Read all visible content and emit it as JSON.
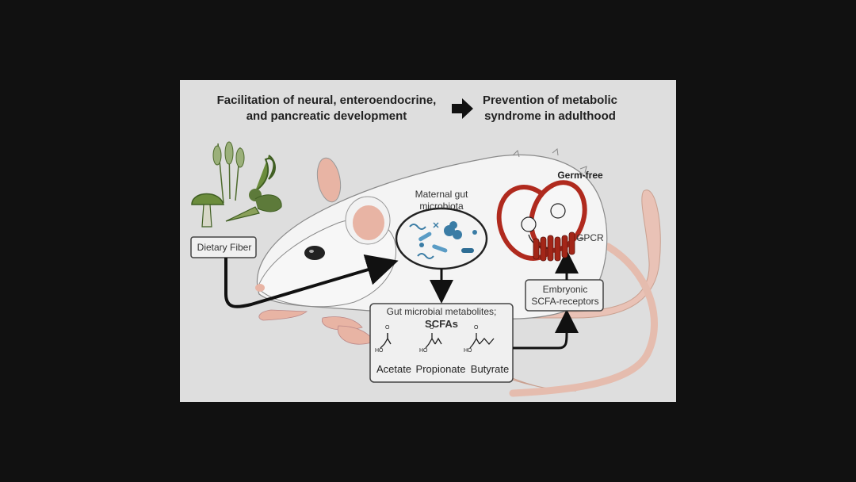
{
  "header": {
    "left_line1": "Facilitation of neural, enteroendocrine,",
    "left_line2": "and pancreatic development",
    "right_line1": "Prevention of metabolic",
    "right_line2": "syndrome in adulthood"
  },
  "labels": {
    "dietary_fiber": "Dietary Fiber",
    "microbiota_line1": "Maternal gut",
    "microbiota_line2": "microbiota",
    "germ_free": "Germ-free",
    "gpcr": "GPCR",
    "receptors_line1": "Embryonic",
    "receptors_line2": "SCFA-receptors",
    "metabolites_line1": "Gut microbial metabolites;",
    "metabolites_line2": "SCFAs"
  },
  "scfas": [
    {
      "name": "Acetate",
      "o": "O",
      "ho": "HO"
    },
    {
      "name": "Propionate",
      "o": "O",
      "ho": "HO"
    },
    {
      "name": "Butyrate",
      "o": "O",
      "ho": "HO"
    }
  ],
  "colors": {
    "panel": "#dedede",
    "frame": "#111111",
    "rat_body": "#f4f4f4",
    "ear_pink": "#e8b4a4",
    "tail": "#e9c2b6",
    "uterus_red": "#b02a1e",
    "plant_green": "#5d7a3a"
  },
  "icons": [
    "wheat-icon",
    "mushroom-icon",
    "beet-icon",
    "carrot-icon",
    "right-arrow-icon",
    "bacteria-icon",
    "uterus-embryo-icon"
  ]
}
